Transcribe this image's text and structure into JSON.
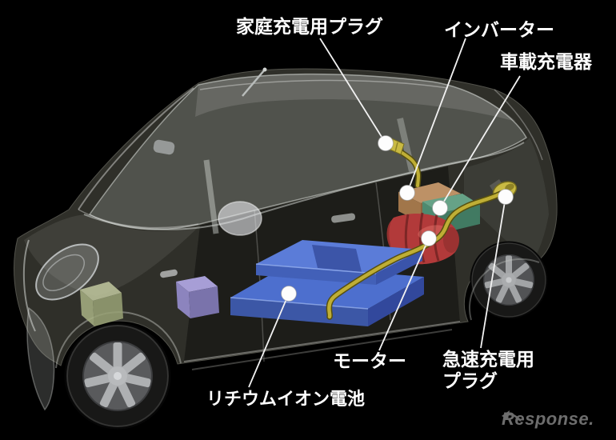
{
  "diagram": {
    "background": "#000000",
    "subject": "electric-vehicle-cutaway"
  },
  "labels": {
    "home_plug": "家庭充電用プラグ",
    "inverter": "インバーター",
    "onboard_charger": "車載充電器",
    "motor": "モーター",
    "quick_plug_line1": "急速充電用",
    "quick_plug_line2": "プラグ",
    "battery": "リチウムイオン電池"
  },
  "watermark": {
    "text": "Response."
  },
  "components": [
    {
      "name": "lithium-ion-battery-pack",
      "color": "#4d6fce"
    },
    {
      "name": "motor",
      "color": "#b23a3a"
    },
    {
      "name": "inverter",
      "color": "#bd9166"
    },
    {
      "name": "onboard-charger",
      "color": "#66a287"
    },
    {
      "name": "home-charging-plug",
      "color": "#c9ba43"
    },
    {
      "name": "quick-charging-plug",
      "color": "#c9ba43"
    },
    {
      "name": "charge-cable",
      "color": "#bfae35"
    },
    {
      "name": "callout-dot",
      "color": "#ffffff"
    }
  ]
}
